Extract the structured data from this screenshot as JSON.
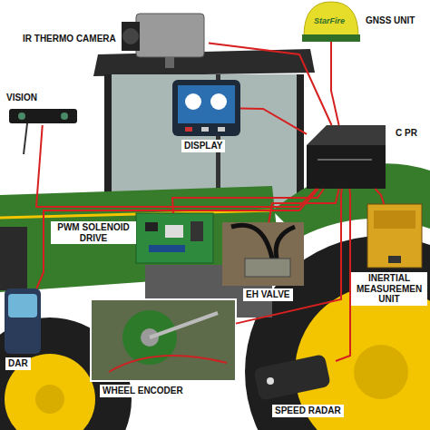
{
  "diagram": {
    "nodes": [
      {
        "text": [
          "IR THERMO CAMERA"
        ]
      },
      {
        "text": [
          "GNSS UNIT"
        ]
      },
      {
        "text": [
          "VISION"
        ]
      },
      {
        "text": [
          "DISPLAY"
        ]
      },
      {
        "text": [
          "C PR"
        ]
      },
      {
        "text": [
          "PWM SOLENOID DRIVE"
        ]
      },
      {
        "text": [
          "EH VALVE"
        ]
      },
      {
        "text": [
          "INERTIAL MEASUREMEN UNIT"
        ]
      },
      {
        "text": [
          "DAR"
        ]
      },
      {
        "text": [
          "WHEEL ENCODER"
        ]
      },
      {
        "text": [
          "SPEED RADAR"
        ]
      }
    ],
    "edges": [
      {
        "from": 0,
        "to": 4,
        "arrow": "none"
      },
      {
        "from": 1,
        "to": 4,
        "arrow": "none"
      },
      {
        "from": 2,
        "to": 4,
        "arrow": "none"
      },
      {
        "from": 3,
        "to": 4,
        "arrow": "none"
      },
      {
        "from": 5,
        "to": 4,
        "arrow": "none"
      },
      {
        "from": 6,
        "to": 4,
        "arrow": "none"
      },
      {
        "from": 7,
        "to": 4,
        "arrow": "none"
      },
      {
        "from": 8,
        "to": 4,
        "arrow": "none"
      },
      {
        "from": 9,
        "to": 4,
        "arrow": "none"
      },
      {
        "from": 10,
        "to": 4,
        "arrow": "none"
      }
    ],
    "labels": [
      "StarFire"
    ]
  }
}
